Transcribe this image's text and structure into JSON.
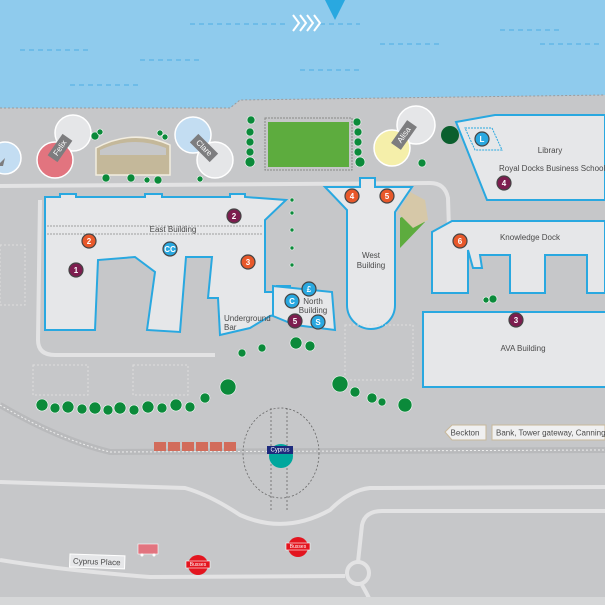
{
  "map": {
    "title": "Docklands campus map",
    "buildings": {
      "east": "East Building",
      "west_line1": "West",
      "west_line2": "Building",
      "north_line1": "North",
      "north_line2": "Building",
      "underground_line1": "Underground",
      "underground_line2": "Bar",
      "library": "Library",
      "business_school": "Royal Docks Business School",
      "knowledge_dock": "Knowledge Dock",
      "ava": "AVA Building"
    },
    "residences": [
      "Felix",
      "Clare",
      "Alisa"
    ],
    "markers": {
      "east_1": "1",
      "east_2_orange": "2",
      "east_2_purple": "2",
      "east_cc": "CC",
      "east_3": "3",
      "north_c": "C",
      "north_5": "5",
      "north_pound": "£",
      "north_s": "S",
      "west_4": "4",
      "west_5": "5",
      "library_l": "L",
      "library_4": "4",
      "kd_6": "6",
      "ava_3": "3"
    },
    "transport": {
      "station": "Cyprus",
      "direction_west": "Beckton",
      "direction_east": "Bank, Tower gateway, Canning Town",
      "bus_stop_1": "Busses",
      "bus_stop_2": "Busses",
      "street": "Cyprus Place"
    },
    "colors": {
      "water": "#8fcbed",
      "land": "#c6c7c9",
      "building": "#e6e7e9",
      "outline": "#29a8e0",
      "marker_purple": "#7d1d4f",
      "marker_orange": "#e8582a",
      "marker_blue": "#29a8e0",
      "tree": "#0b8a3a",
      "bus": "#e3151f",
      "dlr": "#00a79d"
    }
  }
}
